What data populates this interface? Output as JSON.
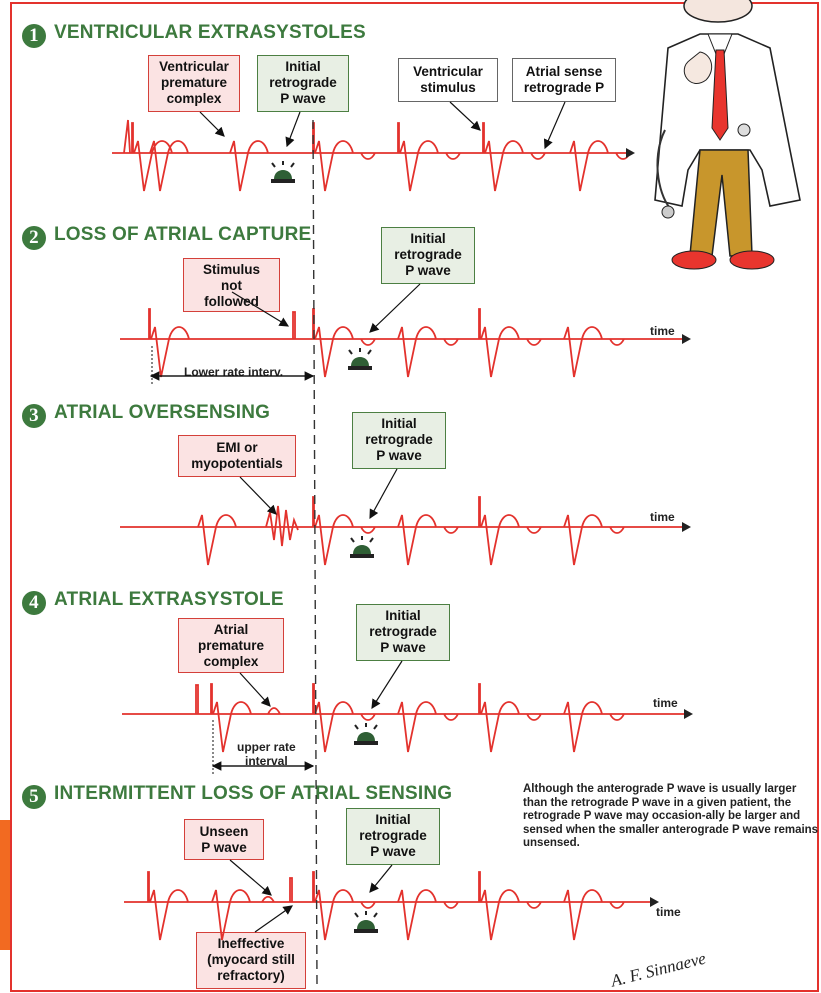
{
  "sections": [
    {
      "number": "1",
      "title": "VENTRICULAR EXTRASYSTOLES"
    },
    {
      "number": "2",
      "title": "LOSS OF ATRIAL CAPTURE"
    },
    {
      "number": "3",
      "title": "ATRIAL OVERSENSING"
    },
    {
      "number": "4",
      "title": "ATRIAL EXTRASYSTOLE"
    },
    {
      "number": "5",
      "title": "INTERMITTENT LOSS OF ATRIAL SENSING"
    }
  ],
  "boxes": {
    "vpc": "Ventricular\npremature\ncomplex",
    "initial_retro": "Initial\nretrograde\nP wave",
    "vent_stim": "Ventricular\nstimulus",
    "atrial_sense": "Atrial sense\nretrograde P",
    "stim_not_followed": "Stimulus\nnot\nfollowed",
    "emi": "EMI or\nmyopotentials",
    "apc": "Atrial\npremature\ncomplex",
    "unseen": "Unseen\nP wave",
    "ineffective": "Ineffective\n(myocard still\nrefractory)"
  },
  "labels": {
    "time": "time",
    "lower_rate": "Lower rate interv.",
    "upper_rate_1": "upper rate",
    "upper_rate_2": "interval"
  },
  "note": "Although the anterograde P wave is usually larger than the retrograde P wave in a given patient, the retrograde P wave may occasion-ally be larger and sensed when the smaller anterograde P wave remains unsensed.",
  "signature": "A. F. Sinnaeve",
  "colors": {
    "trace": "#e3322d",
    "title": "#3d7a3e",
    "frame": "#e3322d"
  },
  "icons": [
    "alarm-bell-icon",
    "doctor-illustration"
  ]
}
